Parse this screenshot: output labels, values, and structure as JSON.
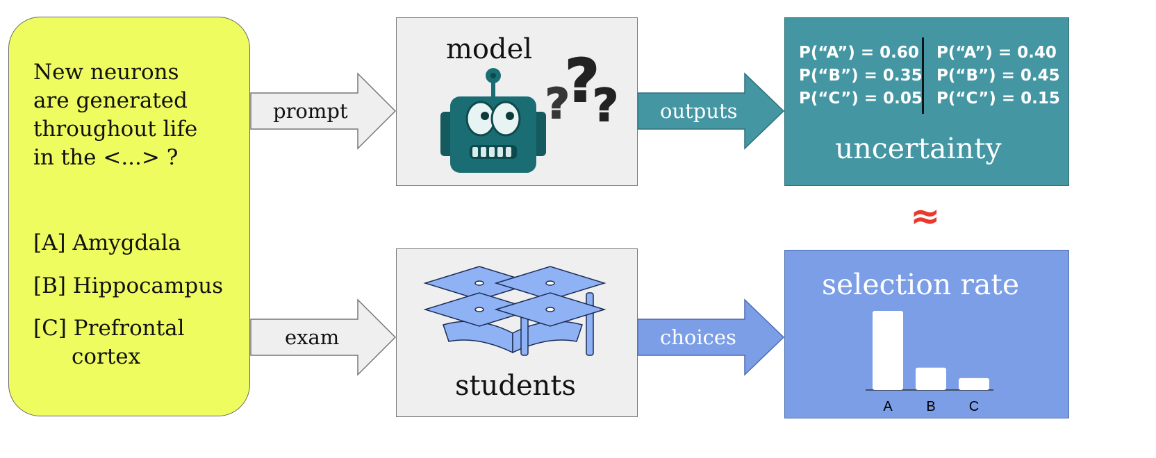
{
  "question": {
    "lines": [
      "New neurons",
      "are generated",
      "throughout life",
      "in the <...> ?"
    ],
    "options": [
      {
        "key": "[A]",
        "label": "Amygdala"
      },
      {
        "key": "[B]",
        "label": "Hippocampus"
      },
      {
        "key": "[C]",
        "label": "Prefrontal",
        "label_cont": "cortex"
      }
    ]
  },
  "arrows": {
    "prompt": "prompt",
    "exam": "exam",
    "outputs": "outputs",
    "choices": "choices"
  },
  "model": {
    "title": "model",
    "icons": [
      "robot-icon",
      "question-marks-icon"
    ]
  },
  "students": {
    "title": "students",
    "icons": [
      "graduation-cap-icon"
    ]
  },
  "uncertainty": {
    "title": "uncertainty",
    "left": [
      "P(“A”) = 0.60",
      "P(“B”) = 0.35",
      "P(“C”) = 0.05"
    ],
    "right": [
      "P(“A”) = 0.40",
      "P(“B”) = 0.45",
      "P(“C”) = 0.15"
    ]
  },
  "approx_symbol": "≈",
  "chart_data": {
    "type": "bar",
    "title": "selection rate",
    "categories": [
      "A",
      "B",
      "C"
    ],
    "values": [
      0.6,
      0.17,
      0.09
    ],
    "ylim": [
      0,
      0.6
    ],
    "grid": false
  },
  "colors": {
    "question_bg": "#eefc60",
    "model_bg": "#efefef",
    "uncertainty_bg": "#4496a3",
    "selection_bg": "#7b9ee7",
    "approx": "#e8392c",
    "cap": "#8fb2f5"
  }
}
